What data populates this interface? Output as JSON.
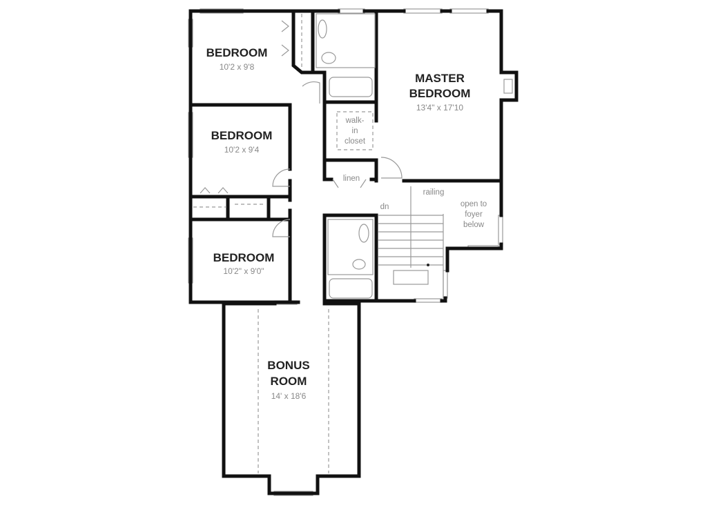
{
  "rooms": [
    {
      "name": "BEDROOM",
      "size": "10'2 x 9'8"
    },
    {
      "name": "BEDROOM",
      "size": "10'2 x 9'4"
    },
    {
      "name": "BEDROOM",
      "size": "10'2\" x 9'0\""
    },
    {
      "name_line1": "MASTER",
      "name_line2": "BEDROOM",
      "size": "13'4\" x 17'10"
    },
    {
      "name_line1": "BONUS",
      "name_line2": "ROOM",
      "size": "14' x 18'6"
    }
  ],
  "notes": {
    "walk_in_closet": [
      "walk-",
      "in",
      "closet"
    ],
    "linen": "linen",
    "railing": "railing",
    "down": "dn",
    "open_to_foyer": [
      "open to",
      "foyer",
      "below"
    ]
  }
}
